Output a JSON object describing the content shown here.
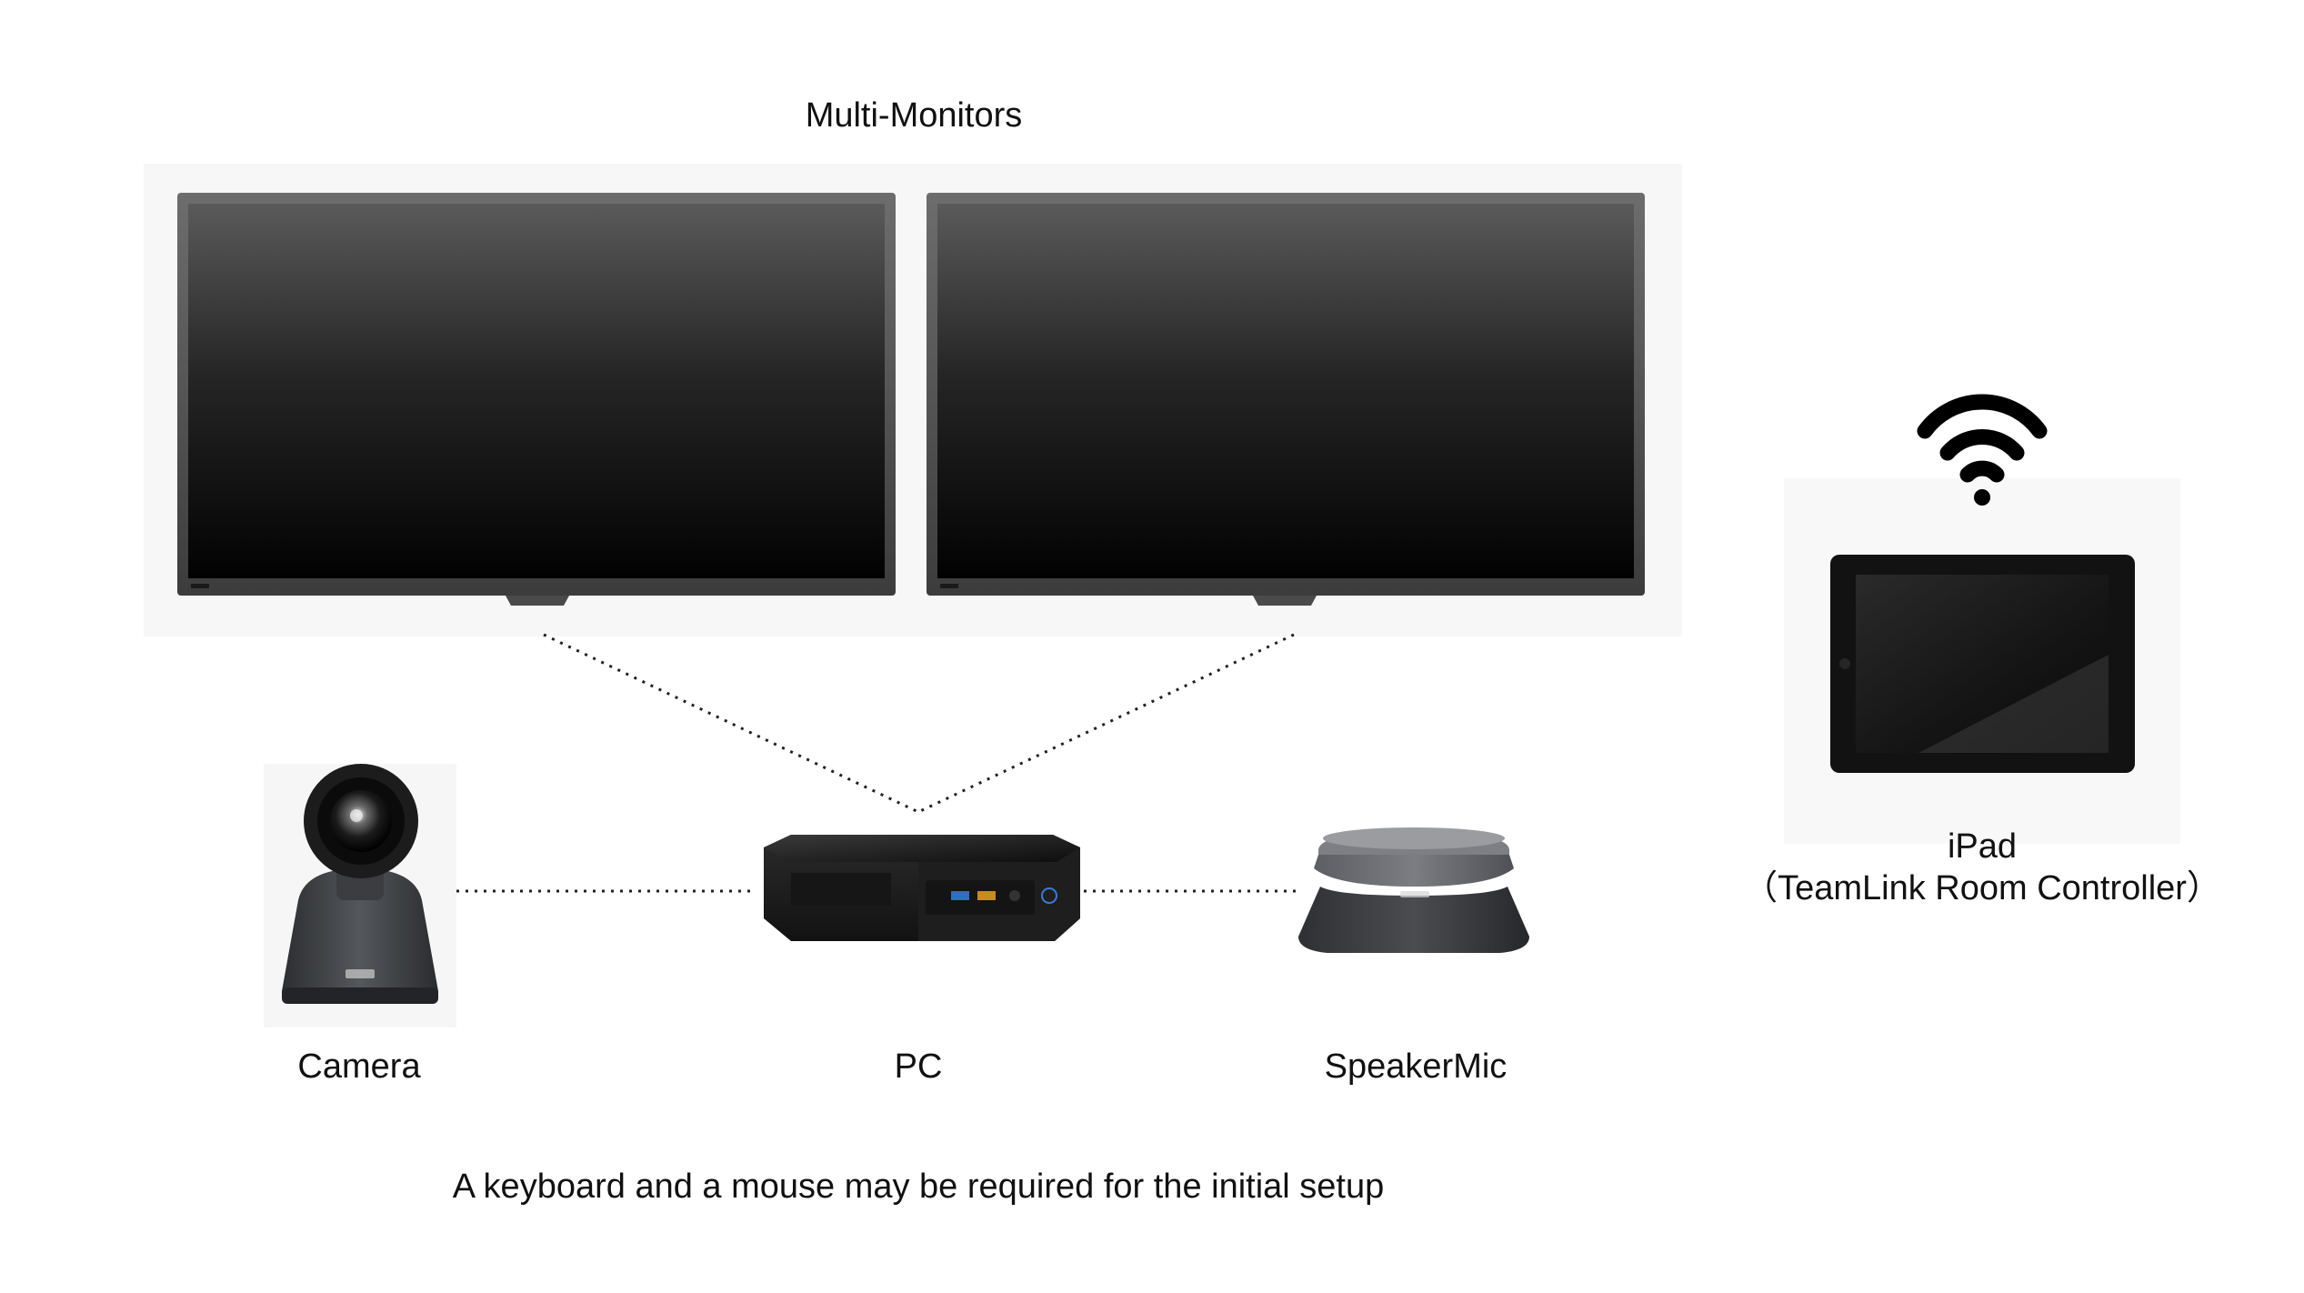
{
  "labels": {
    "multi_monitors": "Multi-Monitors",
    "camera": "Camera",
    "pc": "PC",
    "speaker_mic": "SpeakerMic",
    "ipad_line1": "iPad",
    "ipad_line2": "（TeamLink Room Controller）"
  },
  "footnote": "A keyboard and a mouse may be required for the initial setup",
  "icons": {
    "monitor": "monitor-icon",
    "camera": "ptz-camera-icon",
    "pc": "mini-pc-icon",
    "speaker_mic": "speakerphone-icon",
    "tablet": "tablet-icon",
    "wifi": "wifi-icon"
  },
  "colors": {
    "connection_line": "#222222",
    "device_dark": "#1a1a1a",
    "device_grey": "#4a4c50"
  }
}
